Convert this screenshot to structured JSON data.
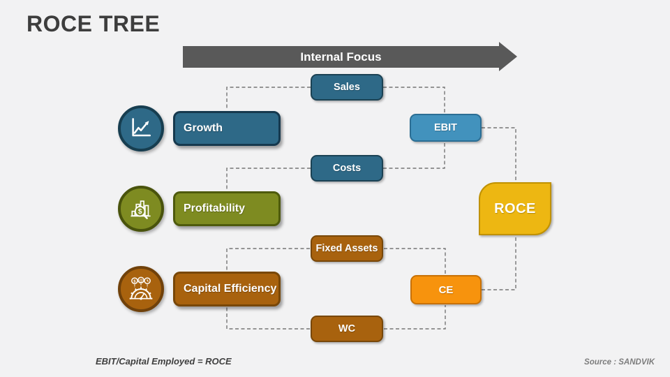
{
  "slide": {
    "title": "ROCE TREE",
    "arrow_label": "Internal Focus",
    "formula": "EBIT/Capital Employed = ROCE",
    "source": "Source : SANDVIK",
    "background": "#F2F2F3",
    "arrow_color": "#595959",
    "connector_color": "#757575"
  },
  "groups": [
    {
      "label": "Growth",
      "icon": "line-chart-icon",
      "fill": "#2E6987",
      "border": "#16394E",
      "ring": "#173E50"
    },
    {
      "label": "Profitability",
      "icon": "bar-chart-magnifier-icon",
      "fill": "#7E8B21",
      "border": "#4E5A0D",
      "ring": "#49530C"
    },
    {
      "label": "Capital Efficiency",
      "icon": "gauge-gear-icon",
      "fill": "#A8620E",
      "border": "#784708",
      "ring": "#70410A"
    }
  ],
  "mid_nodes": [
    {
      "label": "Sales",
      "fill": "#2E6987",
      "border": "#1B4254"
    },
    {
      "label": "Costs",
      "fill": "#2E6987",
      "border": "#1B4254"
    },
    {
      "label": "Fixed Assets",
      "fill": "#A8620E",
      "border": "#784708"
    },
    {
      "label": "WC",
      "fill": "#A8620E",
      "border": "#784708"
    }
  ],
  "right_nodes": [
    {
      "label": "EBIT",
      "fill": "#4292BD",
      "border": "#2B6E94"
    },
    {
      "label": "CE",
      "fill": "#F7930D",
      "border": "#C87105"
    }
  ],
  "result_node": {
    "label": "ROCE",
    "fill": "#EDB712",
    "border": "#C09100"
  }
}
